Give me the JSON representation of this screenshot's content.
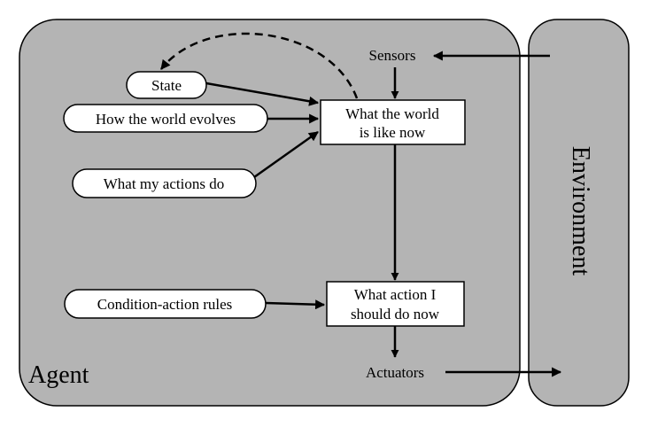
{
  "agent": {
    "label": "Agent"
  },
  "environment": {
    "label": "Environment"
  },
  "sensors": {
    "label": "Sensors"
  },
  "actuators": {
    "label": "Actuators"
  },
  "ovals": {
    "state": "State",
    "world_evolves": "How the world evolves",
    "actions_do": "What my actions do",
    "rules": "Condition-action rules"
  },
  "boxes": {
    "world_now": [
      "What the world",
      "is like now"
    ],
    "action_now": [
      "What action I",
      "should do now"
    ]
  },
  "colors": {
    "panel_fill": "#b4b4b4",
    "stroke": "#000000",
    "box_fill": "#ffffff"
  }
}
